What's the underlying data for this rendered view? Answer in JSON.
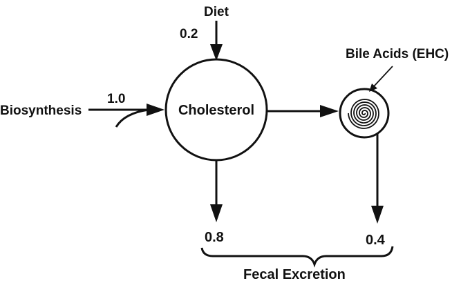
{
  "nodes": {
    "cholesterol": "Cholesterol",
    "bile_acids": "Bile Acids (EHC)"
  },
  "inputs": {
    "diet": {
      "label": "Diet",
      "value": "0.2"
    },
    "biosynthesis": {
      "label": "Biosynthesis",
      "value": "1.0"
    }
  },
  "outputs": {
    "cholesterol_excretion": "0.8",
    "bile_excretion": "0.4",
    "group_label": "Fecal Excretion"
  },
  "colors": {
    "ink": "#111111",
    "background": "#ffffff"
  }
}
